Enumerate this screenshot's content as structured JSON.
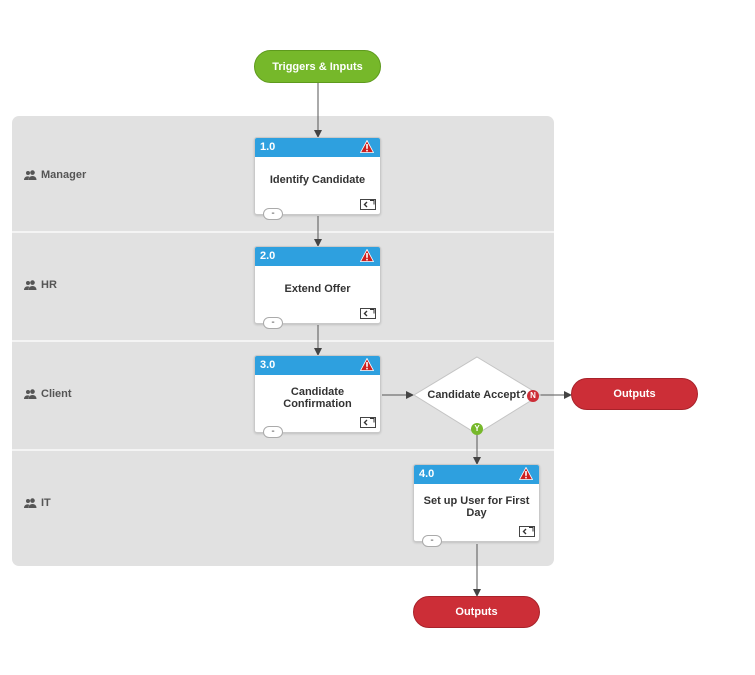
{
  "trigger": {
    "label": "Triggers & Inputs"
  },
  "lanes": [
    {
      "label": "Manager",
      "icon": "users-icon"
    },
    {
      "label": "HR",
      "icon": "users-icon"
    },
    {
      "label": "Client",
      "icon": "users-icon"
    },
    {
      "label": "IT",
      "icon": "users-icon"
    }
  ],
  "tasks": [
    {
      "number": "1.0",
      "title": "Identify Candidate",
      "expand": "-"
    },
    {
      "number": "2.0",
      "title": "Extend Offer",
      "expand": "-"
    },
    {
      "number": "3.0",
      "title": "Candidate Confirmation",
      "expand": "-"
    },
    {
      "number": "4.0",
      "title": "Set up User for First Day",
      "expand": "-"
    }
  ],
  "decision": {
    "label": "Candidate Accept?",
    "no_badge": "N",
    "yes_badge": "Y"
  },
  "outputs": [
    {
      "label": "Outputs"
    },
    {
      "label": "Outputs"
    }
  ],
  "colors": {
    "task_header": "#2ea0df",
    "trigger": "#76b82a",
    "output": "#cc2e37",
    "warning": "#cc1f1f",
    "lane_bg": "#e1e1e1"
  }
}
